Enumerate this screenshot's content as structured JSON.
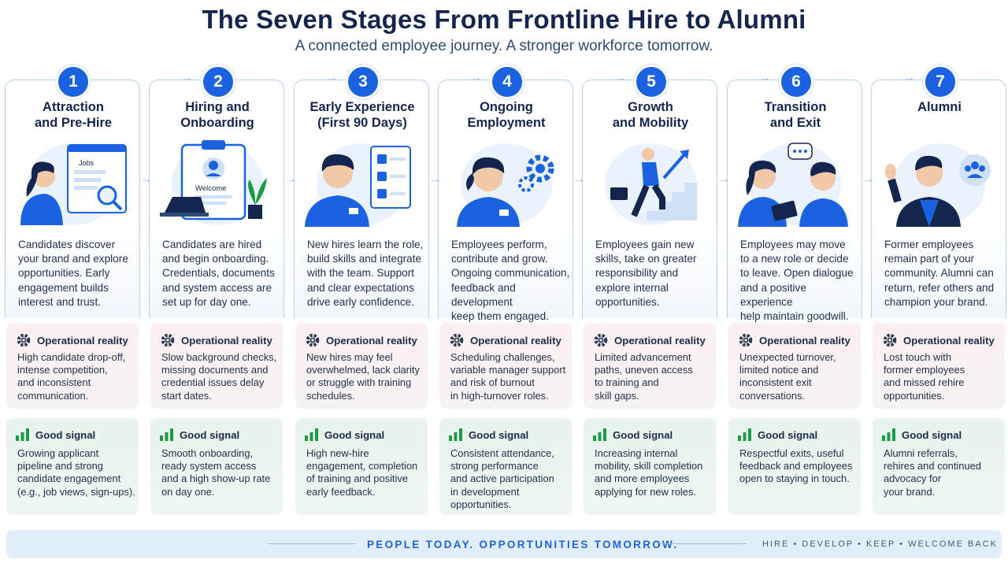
{
  "title": "The Seven Stages From Frontline Hire to Alumni",
  "subtitle": "A connected employee journey. A stronger workforce tomorrow.",
  "section_labels": {
    "operational": "Operational reality",
    "good": "Good signal"
  },
  "colors": {
    "accent": "#1a62e0",
    "title": "#14264f",
    "op_bg": "#fbeff0",
    "good_bg": "#e8f4ec",
    "good_icon": "#1e9a4b"
  },
  "illustration_text": {
    "jobs": "Jobs",
    "welcome": "Welcome"
  },
  "stages": [
    {
      "number": "1",
      "title_line1": "Attraction",
      "title_line2": "and Pre-Hire",
      "icon": "job-search-icon",
      "description": [
        "Candidates discover",
        "your brand and explore",
        "opportunities. Early",
        "engagement builds",
        "interest and trust."
      ],
      "operational": [
        "High candidate drop-off,",
        "intense competition,",
        "and inconsistent",
        "communication."
      ],
      "good": [
        "Growing applicant",
        "pipeline and strong",
        "candidate engagement",
        "(e.g., job views, sign-ups)."
      ]
    },
    {
      "number": "2",
      "title_line1": "Hiring and",
      "title_line2": "Onboarding",
      "icon": "clipboard-welcome-icon",
      "description": [
        "Candidates are hired",
        "and begin onboarding.",
        "Credentials, documents",
        "and system access are",
        "set up for day one."
      ],
      "operational": [
        "Slow background checks,",
        "missing documents and",
        "credential issues delay",
        "start dates."
      ],
      "good": [
        "Smooth onboarding,",
        "ready system access",
        "and a high show-up rate",
        "on day one."
      ]
    },
    {
      "number": "3",
      "title_line1": "Early Experience",
      "title_line2": "(First 90 Days)",
      "icon": "checklist-icon",
      "description": [
        "New hires learn the role,",
        "build skills and integrate",
        "with the team. Support",
        "and clear expectations",
        "drive early confidence."
      ],
      "operational": [
        "New hires may feel",
        "overwhelmed, lack clarity",
        "or struggle with training",
        "schedules."
      ],
      "good": [
        "High new-hire",
        "engagement, completion",
        "of training and positive",
        "early feedback."
      ]
    },
    {
      "number": "4",
      "title_line1": "Ongoing",
      "title_line2": "Employment",
      "icon": "gears-icon",
      "description": [
        "Employees perform,",
        "contribute and grow.",
        "Ongoing communication,",
        "feedback and development",
        "keep them engaged."
      ],
      "operational": [
        "Scheduling challenges,",
        "variable manager support",
        "and risk of burnout",
        "in high-turnover roles."
      ],
      "good": [
        "Consistent attendance,",
        "strong performance",
        "and active participation",
        "in development",
        "opportunities."
      ]
    },
    {
      "number": "5",
      "title_line1": "Growth",
      "title_line2": "and Mobility",
      "icon": "stairs-growth-icon",
      "description": [
        "Employees gain new",
        "skills, take on greater",
        "responsibility and",
        "explore internal",
        "opportunities."
      ],
      "operational": [
        "Limited advancement",
        "paths, uneven access",
        "to training and",
        "skill gaps."
      ],
      "good": [
        "Increasing internal",
        "mobility, skill completion",
        "and more employees",
        "applying for new roles."
      ]
    },
    {
      "number": "6",
      "title_line1": "Transition",
      "title_line2": "and Exit",
      "icon": "conversation-icon",
      "description": [
        "Employees may move",
        "to a new role or decide",
        "to leave. Open dialogue",
        "and a positive experience",
        "help maintain goodwill."
      ],
      "operational": [
        "Unexpected turnover,",
        "limited notice and",
        "inconsistent exit",
        "conversations."
      ],
      "good": [
        "Respectful exits, useful",
        "feedback and employees",
        "open to staying in touch."
      ]
    },
    {
      "number": "7",
      "title_line1": "Alumni",
      "title_line2": "",
      "icon": "waving-alumni-icon",
      "description": [
        "Former employees",
        "remain part of your",
        "community. Alumni can",
        "return, refer others and",
        "champion your brand."
      ],
      "operational": [
        "Lost touch with",
        "former employees",
        "and missed rehire",
        "opportunities."
      ],
      "good": [
        "Alumni referrals,",
        "rehires and continued",
        "advocacy for",
        "your brand."
      ]
    }
  ],
  "footer": {
    "tagline": "PEOPLE TODAY. OPPORTUNITIES TOMORROW.",
    "cycle": "HIRE  •  DEVELOP  •  KEEP  •  WELCOME BACK"
  }
}
